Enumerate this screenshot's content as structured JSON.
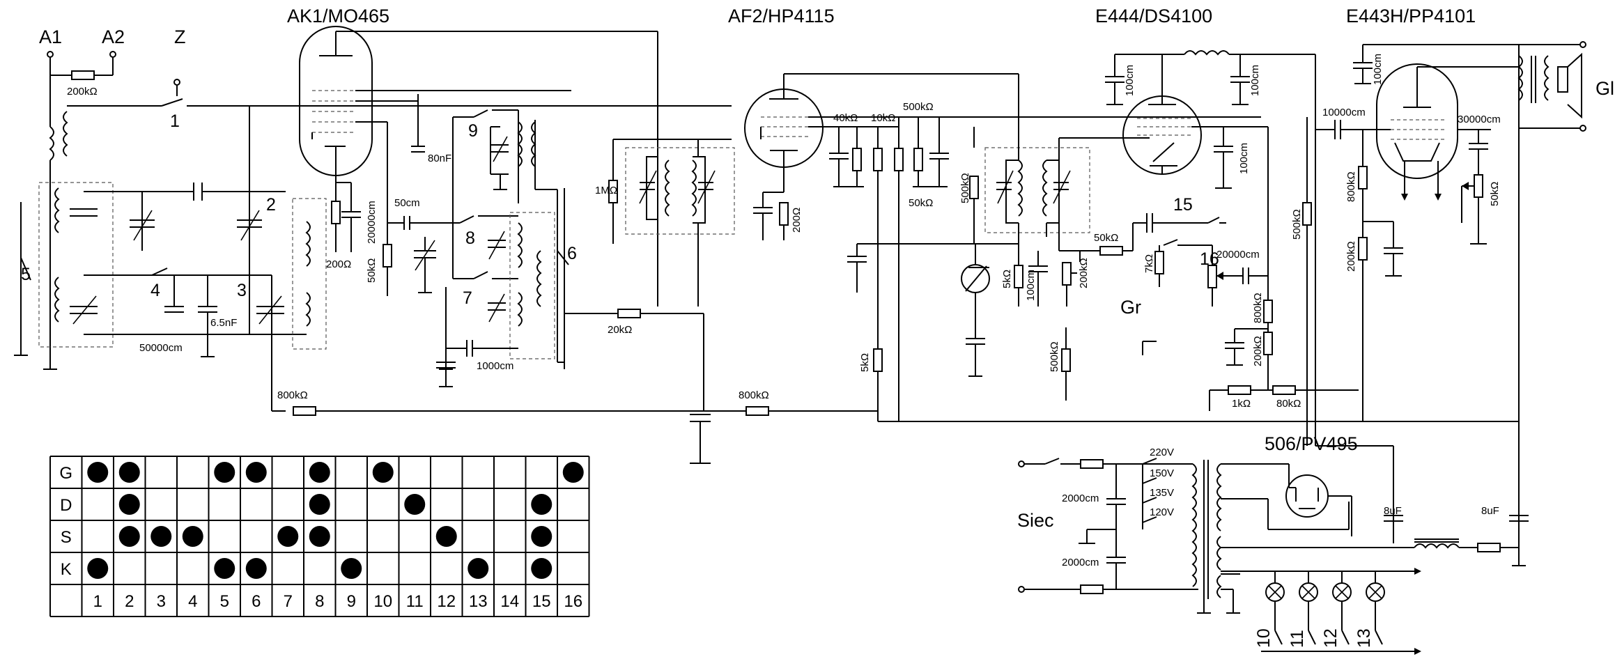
{
  "tubes": [
    {
      "id": "ak1",
      "name": "AK1/MO465"
    },
    {
      "id": "af2",
      "name": "AF2/HP4115"
    },
    {
      "id": "e444",
      "name": "E444/DS4100"
    },
    {
      "id": "e443h",
      "name": "E443H/PP4101"
    },
    {
      "id": "rect",
      "name": "506/PV495"
    }
  ],
  "terminals": {
    "a1": "A1",
    "a2": "A2",
    "z": "Z",
    "gr": "Gr",
    "gl": "Gl",
    "siec": "Siec"
  },
  "components": {
    "r_antenna": "200kΩ",
    "c_50000cm": "50000cm",
    "c_6_5nf": "6.5nF",
    "r_800k_a": "800kΩ",
    "r_200_cath": "200Ω",
    "c_20000cm": "20000cm",
    "r_50k_osc": "50kΩ",
    "c_80nf": "80nF",
    "c_50cm": "50cm",
    "c_1000cm": "1000cm",
    "r_20k": "20kΩ",
    "r_1m": "1MΩ",
    "r_200_if": "200Ω",
    "r_40k": "40kΩ",
    "r_10k": "10kΩ",
    "r_500k_top": "500kΩ",
    "r_50k_mid": "50kΩ",
    "r_500k_det": "500kΩ",
    "r_5k_a": "5kΩ",
    "r_5k_b": "5kΩ",
    "r_800k_b": "800kΩ",
    "c_100cm_a": "100cm",
    "c_100cm_b": "100cm",
    "c_100cm_c": "100cm",
    "c_100cm_d": "100cm",
    "c_100cm_e": "100cm",
    "r_50k_gate": "50kΩ",
    "r_7k": "7kΩ",
    "r_200k_a": "200kΩ",
    "r_500k_b": "500kΩ",
    "c_20000cm_b": "20000cm",
    "r_800k_c": "800kΩ",
    "r_200k_b": "200kΩ",
    "r_1k": "1kΩ",
    "r_80k": "80kΩ",
    "c_10000cm": "10000cm",
    "r_800k_d": "800kΩ",
    "r_200k_c": "200kΩ",
    "r_500k_c": "500kΩ",
    "c_30000cm": "30000cm",
    "r_50k_tone": "50kΩ",
    "c_2000cm_a": "2000cm",
    "c_2000cm_b": "2000cm",
    "c_8uf_a": "8uF",
    "c_8uf_b": "8uF",
    "taps": [
      "220V",
      "150V",
      "135V",
      "120V"
    ]
  },
  "switch_numbers": [
    "1",
    "2",
    "3",
    "4",
    "5",
    "6",
    "7",
    "8",
    "9",
    "15",
    "16",
    "10",
    "11",
    "12",
    "13"
  ],
  "switch_table": {
    "rows": [
      "G",
      "D",
      "S",
      "K"
    ],
    "columns": [
      "1",
      "2",
      "3",
      "4",
      "5",
      "6",
      "7",
      "8",
      "9",
      "10",
      "11",
      "12",
      "13",
      "14",
      "15",
      "16"
    ],
    "dots": {
      "G": [
        1,
        2,
        5,
        6,
        8,
        10,
        16
      ],
      "D": [
        2,
        8,
        11,
        15
      ],
      "S": [
        2,
        3,
        4,
        7,
        8,
        12,
        15
      ],
      "K": [
        1,
        5,
        6,
        9,
        13,
        15
      ]
    }
  }
}
